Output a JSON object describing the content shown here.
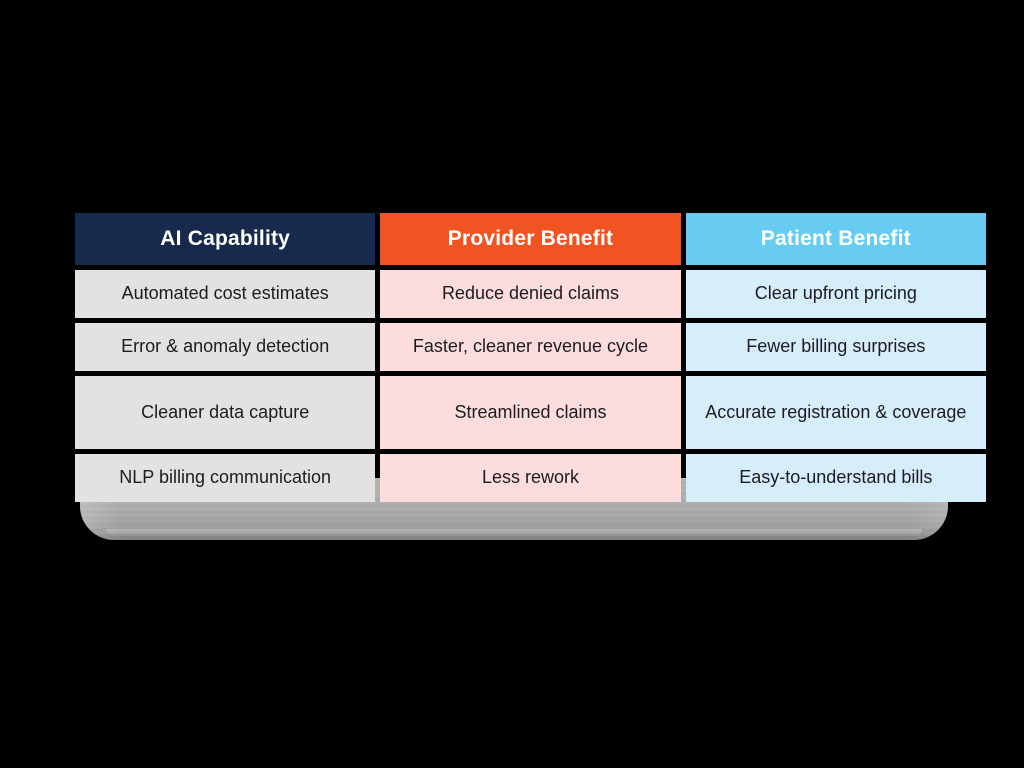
{
  "theme": {
    "background": "#000000",
    "header_capability_bg": "#17294d",
    "header_provider_bg": "#f05423",
    "header_patient_bg": "#68ccf2",
    "cell_capability_bg": "#e2e2e2",
    "cell_provider_bg": "#fcdcdc",
    "cell_patient_bg": "#d6edfb",
    "header_text": "#ffffff",
    "body_text": "#1c1c22",
    "slab_grey": "#a9a9a9"
  },
  "table": {
    "columns": [
      {
        "label": "AI Capability"
      },
      {
        "label": "Provider Benefit"
      },
      {
        "label": "Patient Benefit"
      }
    ],
    "rows": [
      {
        "capability": "Automated cost estimates",
        "provider": "Reduce denied claims",
        "patient": "Clear upfront pricing"
      },
      {
        "capability": "Error & anomaly detection",
        "provider": "Faster, cleaner revenue cycle",
        "patient": "Fewer billing surprises"
      },
      {
        "capability": "Cleaner data capture",
        "provider": "Streamlined claims",
        "patient": "Accurate registration & coverage"
      },
      {
        "capability": "NLP billing communication",
        "provider": "Less rework",
        "patient": "Easy-to-understand bills"
      }
    ]
  }
}
